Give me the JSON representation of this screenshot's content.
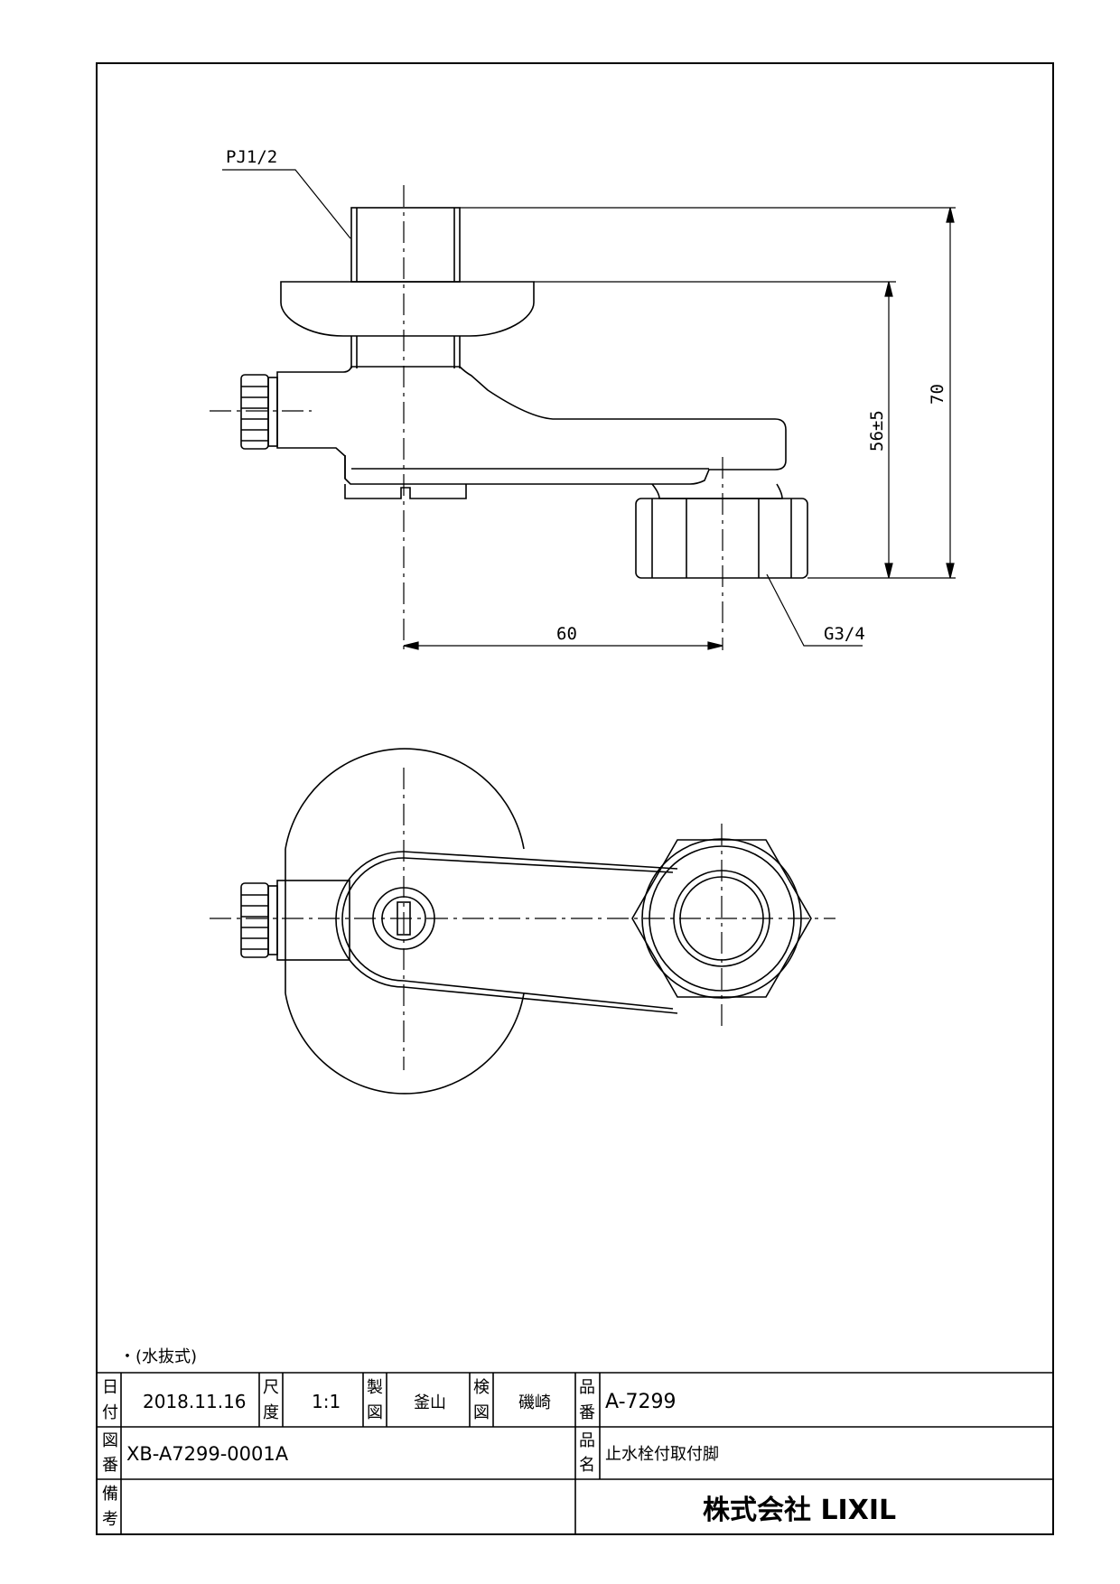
{
  "drawing": {
    "side_view": {
      "thread_top_label": "PJ1/2",
      "thread_bottom_label": "G3/4",
      "dim_width": "60",
      "dim_height_adjust": "56±5",
      "dim_height_total": "70"
    },
    "note": "・(水抜式)"
  },
  "title_block": {
    "date_label": [
      "日",
      "付"
    ],
    "date_value": "2018.11.16",
    "scale_label": [
      "尺",
      "度"
    ],
    "scale_value": "1:1",
    "drafter_label": [
      "製",
      "図"
    ],
    "drafter_value": "釜山",
    "checker_label": [
      "検",
      "図"
    ],
    "checker_value": "磯崎",
    "part_no_label": [
      "品",
      "番"
    ],
    "part_no_value": "A-7299",
    "drawing_no_label": [
      "図",
      "番"
    ],
    "drawing_no_value": "XB-A7299-0001A",
    "part_name_label": [
      "品",
      "名"
    ],
    "part_name_value": "止水栓付取付脚",
    "remarks_label": [
      "備",
      "考"
    ],
    "company": "株式会社 LIXIL"
  }
}
